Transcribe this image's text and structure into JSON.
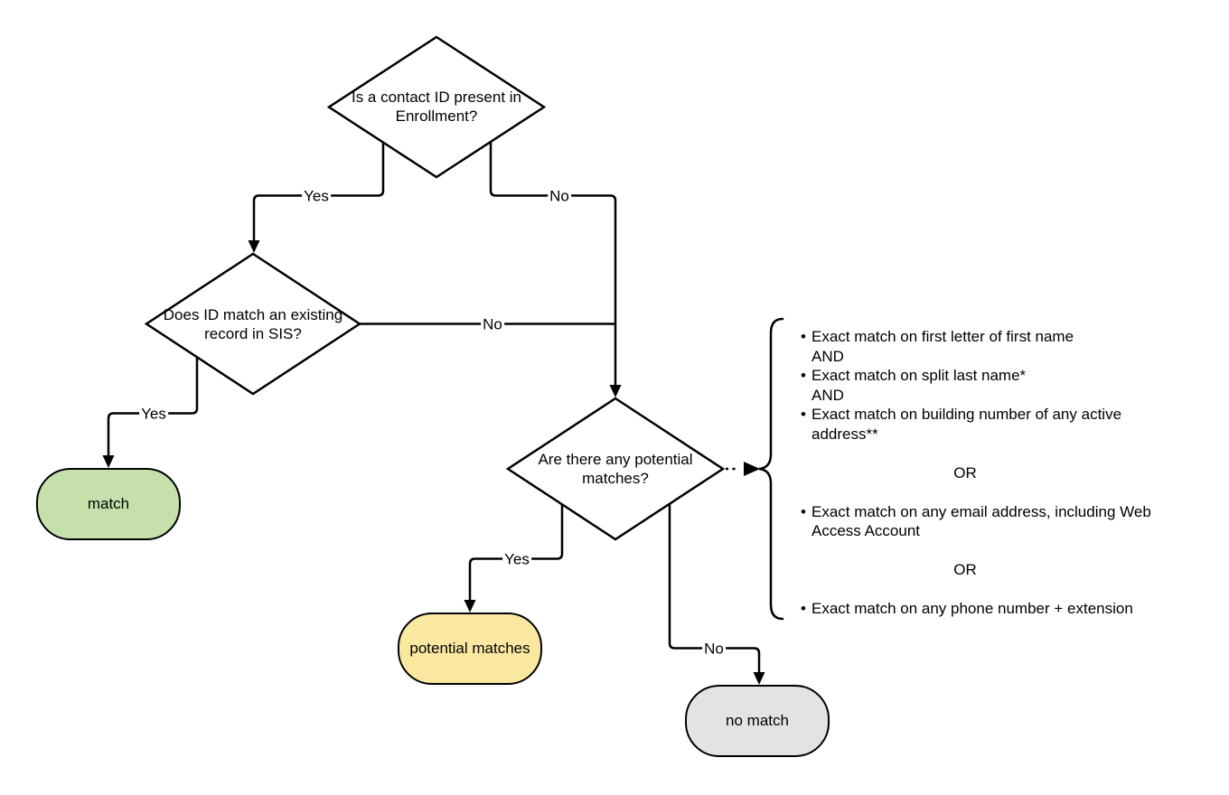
{
  "diagram": {
    "background": "#ffffff",
    "line_color": "#000000",
    "decisions": [
      {
        "id": "enrollment",
        "label": "Is a contact ID present in Enrollment?"
      },
      {
        "id": "sis",
        "label": "Does ID match an existing record in SIS?"
      },
      {
        "id": "potential",
        "label": "Are there any potential matches?"
      }
    ],
    "terminals": [
      {
        "id": "match",
        "label": "match",
        "fill": "#c5e0ab"
      },
      {
        "id": "potential-matches",
        "label": "potential matches",
        "fill": "#fbe8a0"
      },
      {
        "id": "no-match",
        "label": "no match",
        "fill": "#e3e3e3"
      }
    ],
    "edges": {
      "d1_yes": "Yes",
      "d1_no": "No",
      "d2_yes": "Yes",
      "d2_no": "No",
      "d3_yes": "Yes",
      "d3_no": "No"
    },
    "criteria": {
      "lines": [
        {
          "kind": "bullet",
          "text": "Exact match on first letter of first name"
        },
        {
          "kind": "plain",
          "text": "AND"
        },
        {
          "kind": "bullet",
          "text": "Exact match on split last name*"
        },
        {
          "kind": "plain",
          "text": "AND"
        },
        {
          "kind": "bullet",
          "text": "Exact match on building number of any active address**"
        },
        {
          "kind": "or",
          "text": "OR"
        },
        {
          "kind": "bullet",
          "text": "Exact match on any email address, including Web Access Account"
        },
        {
          "kind": "or",
          "text": "OR"
        },
        {
          "kind": "bullet",
          "text": "Exact match on any phone number + extension"
        }
      ]
    }
  }
}
